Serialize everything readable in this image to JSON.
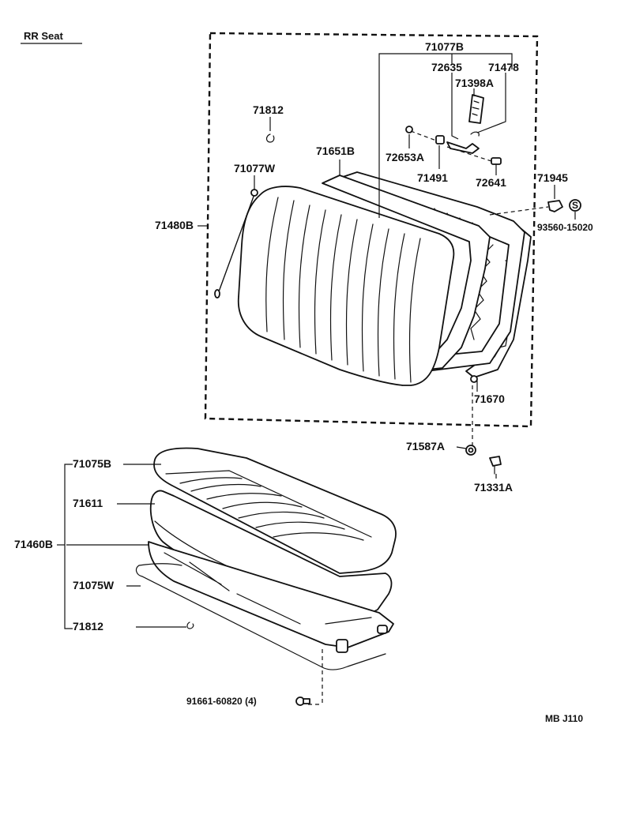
{
  "header": {
    "title": "RR Seat"
  },
  "footer": {
    "code": "MB J110"
  },
  "callouts": {
    "p71077B": "71077B",
    "p72635": "72635",
    "p71478": "71478",
    "p71398A": "71398A",
    "p71812_top": "71812",
    "p71651B": "71651B",
    "p72653A": "72653A",
    "p71491": "71491",
    "p72641": "72641",
    "p71077W": "71077W",
    "p71945": "71945",
    "p71480B": "71480B",
    "p93560": "93560-15020",
    "p71670": "71670",
    "p71587A": "71587A",
    "p71331A": "71331A",
    "p71075B": "71075B",
    "p71611": "71611",
    "p71460B": "71460B",
    "p71075W": "71075W",
    "p71812_bottom": "71812",
    "p91661": "91661-60820 (4)"
  },
  "colors": {
    "ink": "#111111",
    "paper": "#ffffff"
  }
}
